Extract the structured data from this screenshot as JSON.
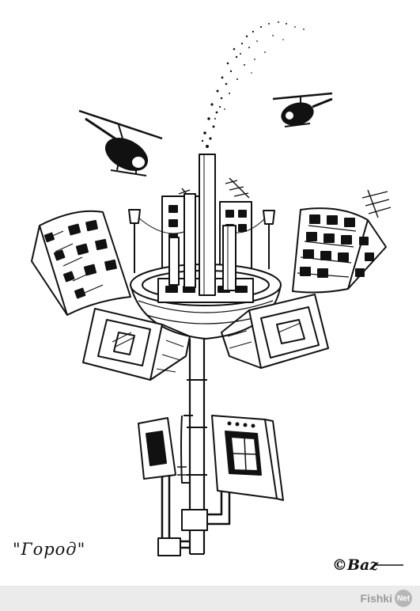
{
  "artwork": {
    "caption": "\"Город\"",
    "signature": "©Baz"
  },
  "watermark": {
    "site": "Fishki",
    "badge": "Net"
  },
  "colors": {
    "ink": "#111111",
    "paper": "#ffffff",
    "footer": "#ebebeb",
    "brand": "#9a9a9a"
  }
}
